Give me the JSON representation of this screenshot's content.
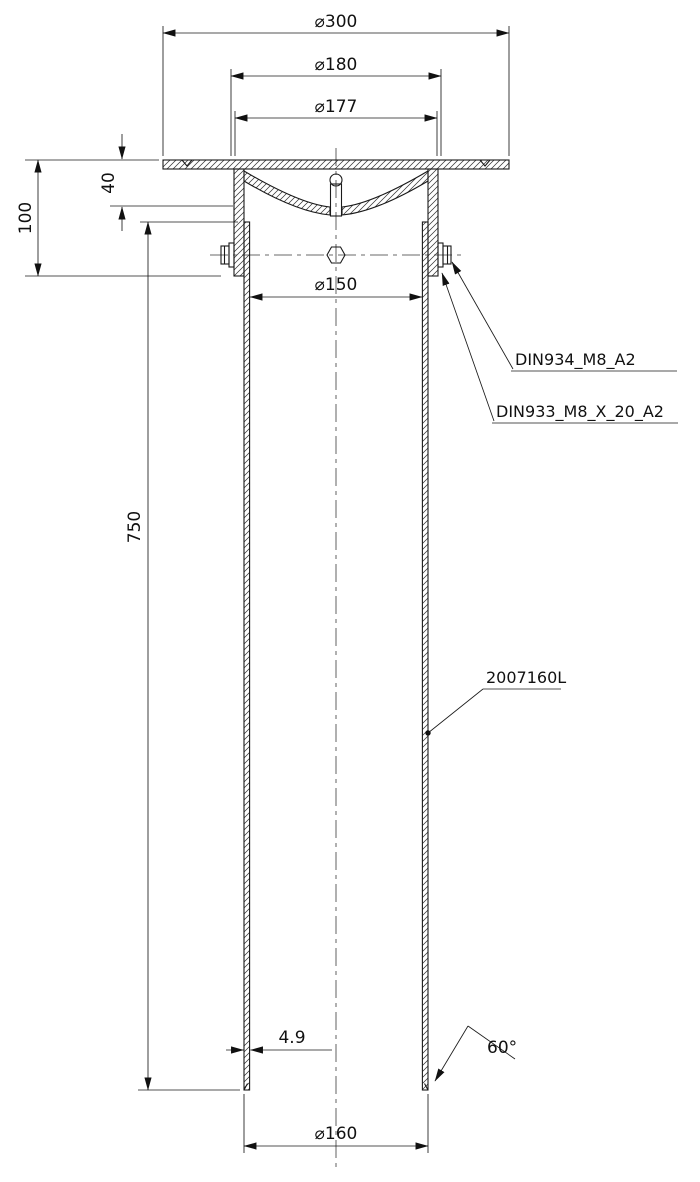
{
  "drawing": {
    "type": "technical-drawing",
    "colors": {
      "line": "#1a1a1a",
      "background": "#ffffff"
    },
    "dims": {
      "d300": "⌀300",
      "d180": "⌀180",
      "d177": "⌀177",
      "d150": "⌀150",
      "d160": "⌀160",
      "l40": "40",
      "l100": "100",
      "l750": "750",
      "t49": "4.9",
      "a60": "60°"
    },
    "callouts": {
      "nut": "DIN934_M8_A2",
      "bolt": "DIN933_M8_X_20_A2",
      "part": "2007160L"
    }
  }
}
